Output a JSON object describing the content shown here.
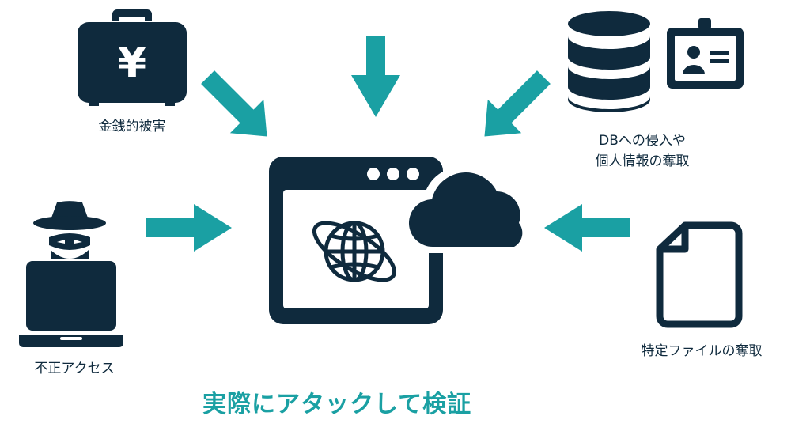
{
  "labels": {
    "monetary_damage": "金銭的被害",
    "db_intrusion_line1": "DBへの侵入や",
    "db_intrusion_line2": "個人情報の奪取",
    "unauthorized_access": "不正アクセス",
    "file_theft": "特定ファイルの奪取"
  },
  "title": "実際にアタックして検証",
  "icons": {
    "monetary": "yen-briefcase-icon",
    "database": "database-icon",
    "idcard": "id-card-icon",
    "hacker": "hacker-icon",
    "laptop": "laptop-icon",
    "browser": "browser-window-icon",
    "globe": "globe-icon",
    "cloud": "cloud-icon",
    "file": "document-icon",
    "yen_symbol": "¥"
  },
  "colors": {
    "dark": "#0f2a3d",
    "accent": "#1aa0a3"
  }
}
